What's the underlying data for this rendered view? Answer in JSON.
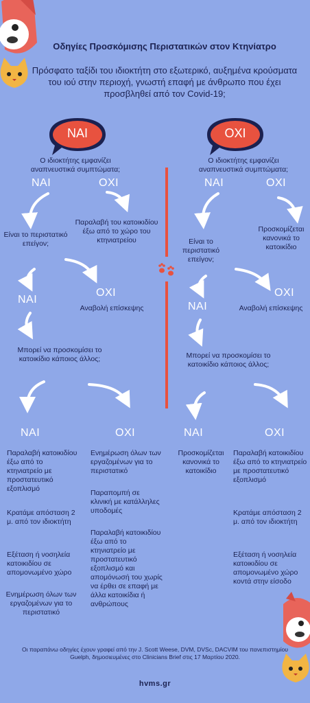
{
  "title": "Οδηγίες Προσκόμισης Περιστατικών στον Κτηνίατρο",
  "question": "Πρόσφατο ταξίδι του ιδιοκτήτη στο εξωτερικό, αυξημένα κρούσματα του ιού στην περιοχή, γνωστή επαφή με άνθρωπο που έχει προσβληθεί από τον Covid-19;",
  "yes_bubble": "ΝΑΙ",
  "no_bubble": "ΟΧΙ",
  "left": {
    "q1": "Ο ιδιοκτήτης εμφανίζει αναπνευστικά συμπτώματα;",
    "yes1": "ΝΑΙ",
    "no1": "ΟΧΙ",
    "no1_text": "Παραλαβή του κατοικιδίου έξω από το χώρο του κτηνιατρείου",
    "q2": "Είναι το περιστατικό επείγον;",
    "yes2": "ΝΑΙ",
    "no2": "ΟΧΙ",
    "no2_text": "Αναβολή επίσκεψης",
    "q3": "Μπορεί να προσκομίσει το κατοικίδιο κάποιος άλλος;",
    "yes3": "ΝΑΙ",
    "no3": "ΟΧΙ",
    "yes3_items": [
      "Παραλαβή κατοικιδίου έξω από το κτηνιατρείο με προστατευτικό εξοπλισμό",
      "Κρατάμε απόσταση 2 μ. από τον ιδιοκτήτη",
      "Εξέταση ή νοσηλεία κατοικιδίου σε απομονωμένο χώρο",
      "Ενημέρωση όλων των εργαζομένων για το περιστατικό"
    ],
    "no3_items": [
      "Ενημέρωση όλων των εργαζομένων για το περιστατικό",
      "Παραπομπή σε κλινική με κατάλληλες υποδομές",
      "Παραλαβή κατοικιδίου έξω από το κτηνιατρείο με προστατευτικό εξοπλισμό και απομόνωσή του χωρίς να έρθει σε επαφή με άλλα κατοικίδια ή ανθρώπους"
    ]
  },
  "right": {
    "q1": "Ο ιδιοκτήτης εμφανίζει αναπνευστικά συμπτώματα;",
    "yes1": "ΝΑΙ",
    "no1": "ΟΧΙ",
    "no1_text": "Προσκομίζεται κανονικά το κατοικίδιο",
    "q2": "Είναι το περιστατικό επείγον;",
    "yes2": "ΝΑΙ",
    "no2": "ΟΧΙ",
    "no2_text": "Αναβολή επίσκεψης",
    "q3": "Μπορεί να προσκομίσει το κατοικίδιο κάποιος άλλος;",
    "yes3": "ΝΑΙ",
    "no3": "ΟΧΙ",
    "yes3_text": "Προσκομίζεται κανονικά το κατοικίδιο",
    "no3_items": [
      "Παραλαβή κατοικιδίου έξω από το κτηνιατρείο με προστατευτικό εξοπλισμό",
      "Κρατάμε απόσταση 2 μ. από τον ιδιοκτήτη",
      "Εξέταση ή νοσηλεία κατοικιδίου σε απομονωμένο χώρο κοντά στην είσοδο"
    ]
  },
  "footer": "Οι παραπάνω οδηγίες έχουν γραφεί από την J. Scott Weese, DVM, DVSc, DACVIM του πανεπιστημίου Guelph, δημοσιευμένες στο Clinicians Brief στις 17 Μαρτίου 2020.",
  "site": "hvms.gr",
  "colors": {
    "background": "#8fa8e8",
    "accent": "#e8523f",
    "text": "#1b2150",
    "white": "#ffffff"
  },
  "icons": [
    "dog-icon",
    "cat-icon",
    "paw-icon",
    "speech-bubble-icon",
    "arrow-icon"
  ]
}
